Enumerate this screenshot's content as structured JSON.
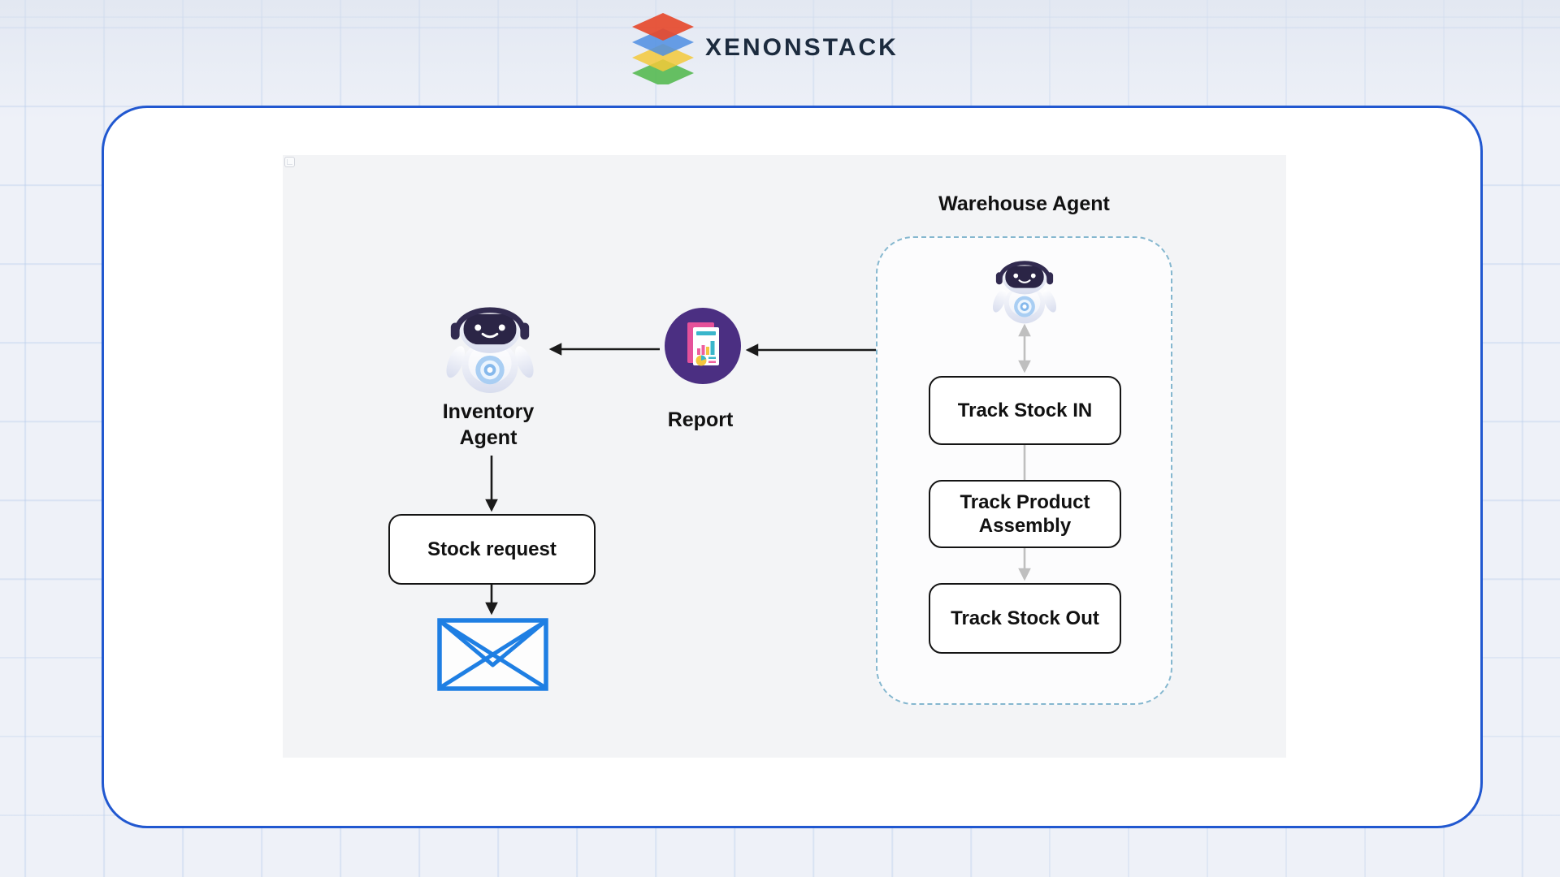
{
  "header": {
    "brand": "XENONSTACK"
  },
  "diagram": {
    "inventory_agent": {
      "label": "Inventory Agent",
      "icon": "robot-icon"
    },
    "report": {
      "label": "Report",
      "icon": "report-chart-icon"
    },
    "stock_request": {
      "label": "Stock request"
    },
    "email": {
      "icon": "envelope-icon"
    },
    "warehouse_agent": {
      "title": "Warehouse Agent",
      "icon": "robot-icon",
      "steps": [
        {
          "label": "Track Stock IN"
        },
        {
          "label": "Track Product Assembly"
        },
        {
          "label": "Track Stock Out"
        }
      ]
    }
  },
  "colors": {
    "card_border": "#2158d0",
    "canvas_background": "#f3f4f6",
    "dashed_container_border": "#85b7cf",
    "report_badge": "#4b2f82",
    "envelope_stroke": "#1f7fe3",
    "connector": "#1a1a1a",
    "brand_text": "#1c2b3e",
    "logo_layers": [
      "#e64a2e",
      "#4d8ee2",
      "#f3c93a",
      "#4eb648"
    ]
  }
}
